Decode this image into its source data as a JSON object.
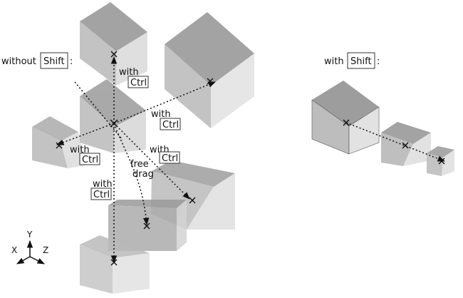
{
  "labels": {
    "without_shift": "without",
    "with_shift": "with",
    "with": "with",
    "free_drag_line1": "free",
    "free_drag_line2": "drag"
  },
  "keys": {
    "shift": "Shift",
    "ctrl": "Ctrl",
    "colon": ":"
  },
  "axes": {
    "x": "X",
    "y": "Y",
    "z": "Z"
  },
  "colors": {
    "cube_front_light": "#d4d4d4",
    "cube_right_light": "#e6e6e6",
    "cube_top_light": "#bdbdbd",
    "cube_front_dark": "#a9a9a9",
    "cube_right_dark": "#c9c9c9",
    "cube_top_dark": "#9a9a9a",
    "line": "#111111"
  }
}
